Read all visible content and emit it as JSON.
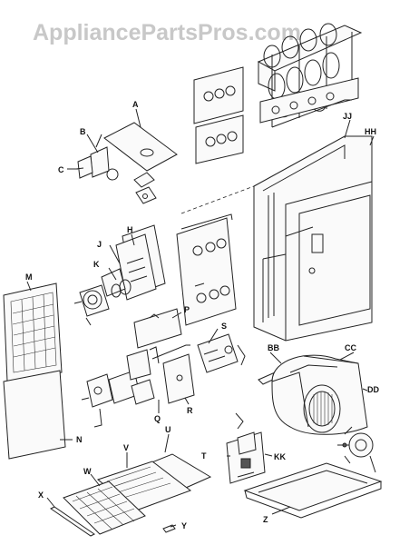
{
  "watermark": "AppliancePartsPros.com",
  "labels": {
    "A": "A",
    "B": "B",
    "C": "C",
    "H": "H",
    "J": "J",
    "K": "K",
    "M": "M",
    "N": "N",
    "P": "P",
    "Q": "Q",
    "R": "R",
    "S": "S",
    "T": "T",
    "U": "U",
    "V": "V",
    "W": "W",
    "X": "X",
    "Y": "Y",
    "Z": "Z",
    "BB": "BB",
    "CC": "CC",
    "DD": "DD",
    "HH": "HH",
    "JJ": "JJ",
    "KK": "KK"
  }
}
